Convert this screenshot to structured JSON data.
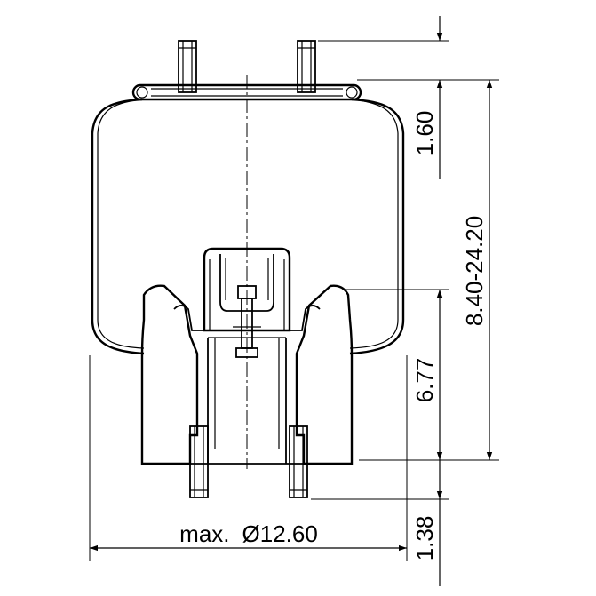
{
  "dimensions": {
    "top_offset": "1.60",
    "height_range": "8.40-24.20",
    "lower_height": "6.77",
    "bottom_offset": "1.38",
    "diameter_prefix": "max.",
    "diameter_symbol": "Ø",
    "diameter_value": "12.60"
  }
}
